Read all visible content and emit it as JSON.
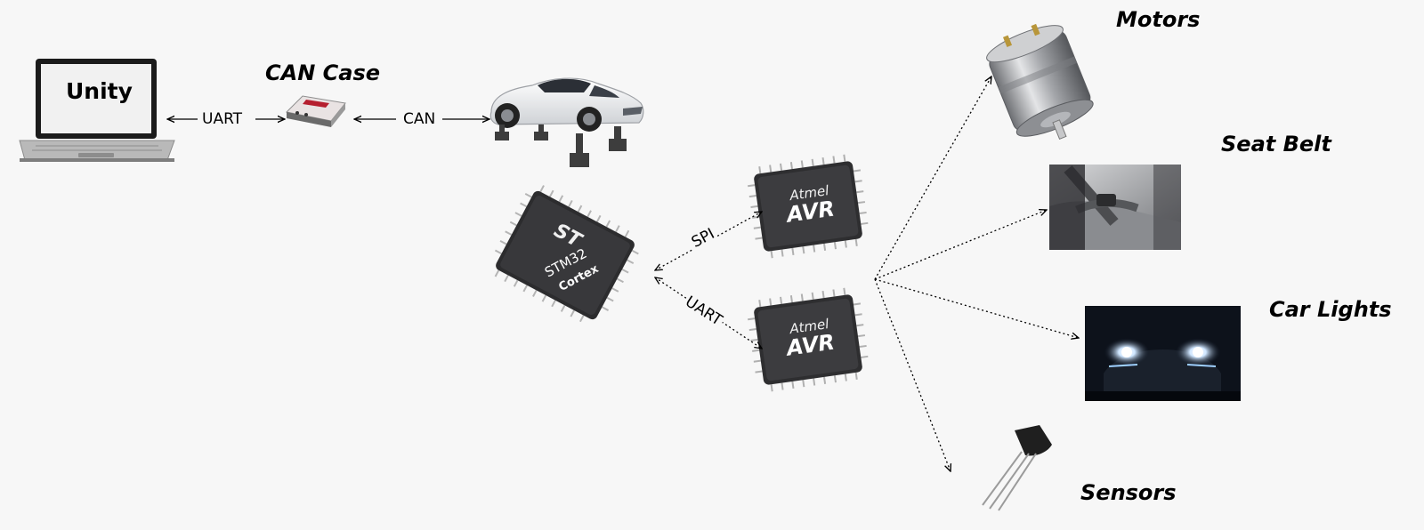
{
  "nodes": {
    "laptop_screen_text": "Unity",
    "can_case_label": "CAN Case",
    "motors_label": "Motors",
    "seat_belt_label": "Seat Belt",
    "car_lights_label": "Car Lights",
    "sensors_label": "Sensors",
    "stm32_chip_text": "STM32",
    "stm32_cortex_text": "Cortex",
    "avr_brand_top": "Atmel",
    "avr_model_top": "AVR",
    "avr_brand_bottom": "Atmel",
    "avr_model_bottom": "AVR"
  },
  "connections": {
    "laptop_can_case": "UART",
    "can_case_car": "CAN",
    "stm32_avr_top": "SPI",
    "stm32_avr_bottom": "UART"
  }
}
